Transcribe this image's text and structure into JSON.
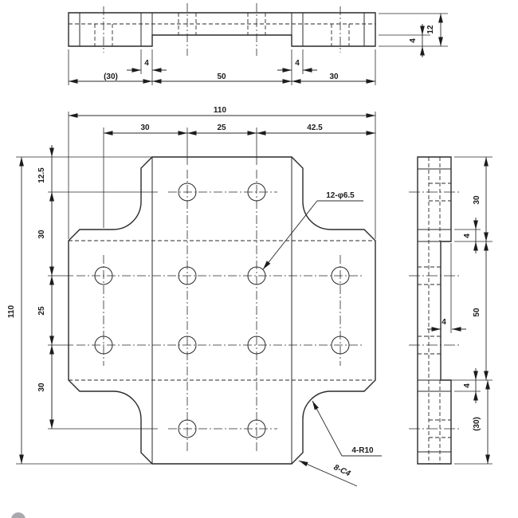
{
  "drawing_type": "orthographic-part-drawing",
  "line_color": "#2a2a2a",
  "dot_color": "#a9a9ad",
  "top_view": {
    "dim_width_left": "(30)",
    "dim_step_left": "4",
    "dim_width_center": "50",
    "dim_step_right": "4",
    "dim_width_right": "30",
    "dim_thickness": "12",
    "dim_step_depth": "4"
  },
  "main_view": {
    "dim_total_width": "110",
    "dim_col_1": "30",
    "dim_col_2": "25",
    "dim_col_3": "42.5",
    "dim_total_height": "110",
    "dim_row_0": "12.5",
    "dim_row_1": "30",
    "dim_row_2": "25",
    "dim_row_3": "30",
    "label_holes": "12-φ6.5",
    "label_fillet": "4-R10",
    "label_chamfer": "8-C4"
  },
  "side_view": {
    "dim_height_top": "30",
    "dim_step_top": "4",
    "dim_height_center": "50",
    "dim_step_bottom": "4",
    "dim_height_bottom": "(30)",
    "dim_recess_depth": "4"
  }
}
